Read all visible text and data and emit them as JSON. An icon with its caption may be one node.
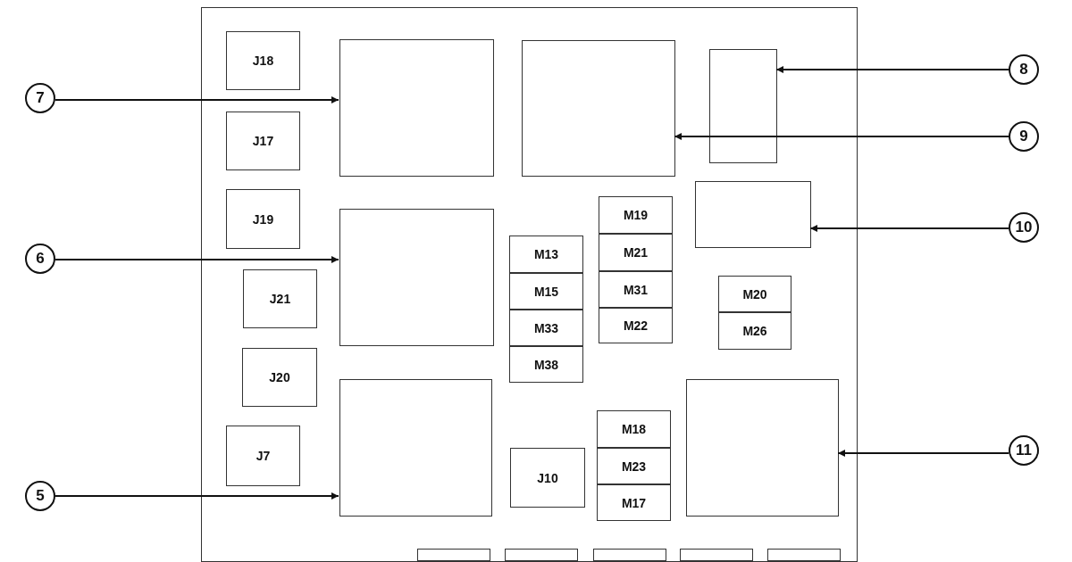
{
  "diagram": {
    "nodes": [
      {
        "text": [],
        "shape": "box"
      },
      {
        "text": [
          "J18"
        ],
        "in": 0
      },
      {
        "text": [],
        "shape": "box",
        "in": 0
      },
      {
        "text": [],
        "shape": "box",
        "in": 0
      },
      {
        "text": [],
        "shape": "box",
        "in": 0
      },
      {
        "text": [
          "J17"
        ],
        "in": 0
      },
      {
        "text": [
          "J19"
        ],
        "in": 0
      },
      {
        "text": [],
        "shape": "box",
        "in": 0
      },
      {
        "text": [
          "M19"
        ],
        "in": 0
      },
      {
        "text": [
          "M21"
        ],
        "in": 0
      },
      {
        "text": [
          "M31"
        ],
        "in": 0
      },
      {
        "text": [
          "M22"
        ],
        "in": 0
      },
      {
        "text": [],
        "shape": "box",
        "in": 0
      },
      {
        "text": [
          "M13"
        ],
        "in": 0
      },
      {
        "text": [
          "M15"
        ],
        "in": 0
      },
      {
        "text": [
          "M33"
        ],
        "in": 0
      },
      {
        "text": [
          "M38"
        ],
        "in": 0
      },
      {
        "text": [
          "J21"
        ],
        "in": 0
      },
      {
        "text": [
          "M20"
        ],
        "in": 0
      },
      {
        "text": [
          "M26"
        ],
        "in": 0
      },
      {
        "text": [
          "J20"
        ],
        "in": 0
      },
      {
        "text": [],
        "shape": "box",
        "in": 0
      },
      {
        "text": [],
        "shape": "box",
        "in": 0
      },
      {
        "text": [
          "J7"
        ],
        "in": 0
      },
      {
        "text": [
          "M18"
        ],
        "in": 0
      },
      {
        "text": [
          "M23"
        ],
        "in": 0
      },
      {
        "text": [
          "M17"
        ],
        "in": 0
      },
      {
        "text": [
          "J10"
        ],
        "in": 0
      },
      {
        "text": [],
        "shape": "box",
        "in": 0
      },
      {
        "text": [],
        "shape": "box",
        "in": 0
      },
      {
        "text": [],
        "shape": "box",
        "in": 0
      },
      {
        "text": [],
        "shape": "box",
        "in": 0
      },
      {
        "text": [],
        "shape": "box",
        "in": 0
      },
      {
        "text": [
          "7"
        ]
      },
      {
        "text": [
          "8"
        ]
      },
      {
        "text": [
          "9"
        ]
      },
      {
        "text": [
          "6"
        ]
      },
      {
        "text": [
          "10"
        ]
      },
      {
        "text": [
          "11"
        ]
      },
      {
        "text": [
          "5"
        ]
      }
    ],
    "edges": [
      {
        "from": 33,
        "to": 2,
        "arrow": "to"
      },
      {
        "from": 34,
        "to": 4,
        "arrow": "to"
      },
      {
        "from": 35,
        "to": 3,
        "arrow": "to"
      },
      {
        "from": 36,
        "to": 12,
        "arrow": "to"
      },
      {
        "from": 37,
        "to": 7,
        "arrow": "to"
      },
      {
        "from": 38,
        "to": 22,
        "arrow": "to"
      },
      {
        "from": 39,
        "to": 21,
        "arrow": "to"
      }
    ]
  }
}
